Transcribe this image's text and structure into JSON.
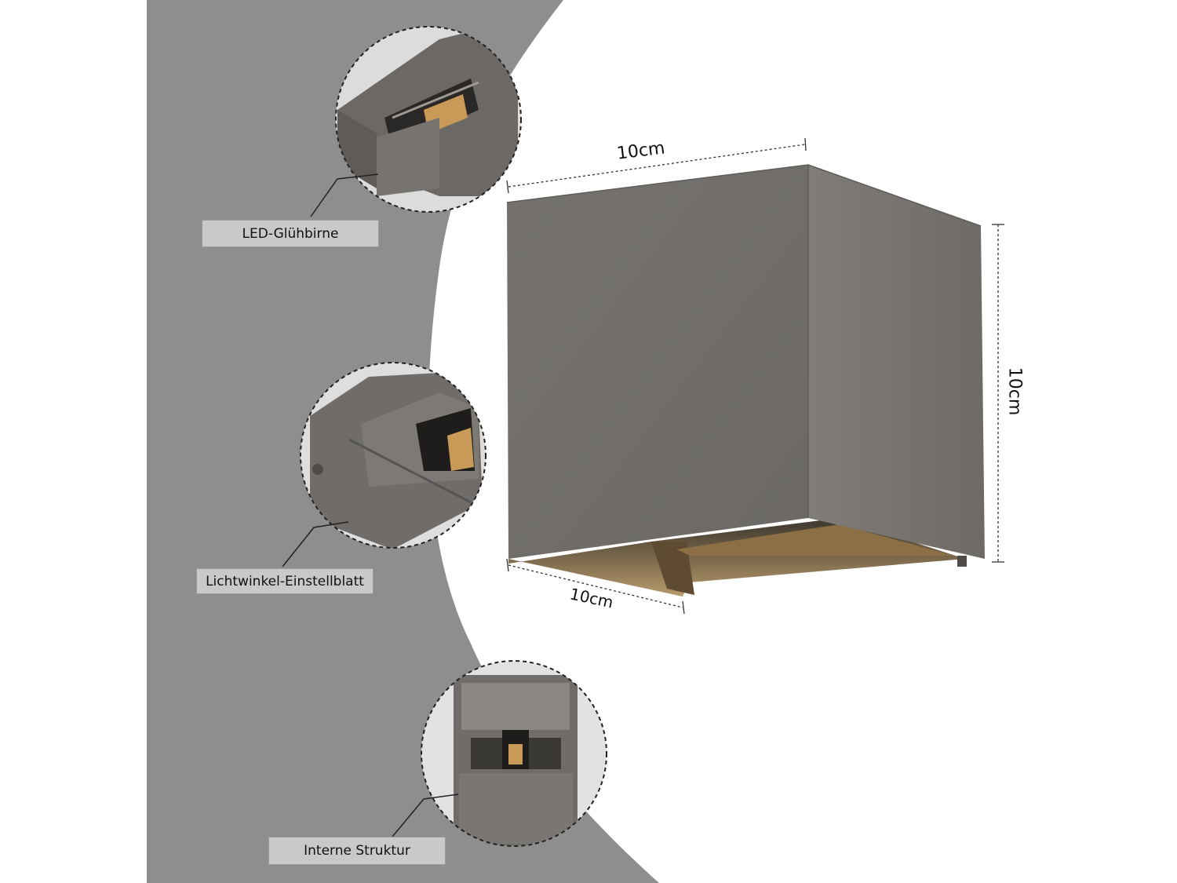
{
  "callouts": [
    {
      "label": "LED-Glühbirne"
    },
    {
      "label": "Lichtwinkel-Einstellblatt"
    },
    {
      "label": "Interne Struktur"
    }
  ],
  "dimensions": {
    "top_width": "10cm",
    "height": "10cm",
    "depth": "10cm"
  },
  "colors": {
    "panel_gray": "#8e8e8e",
    "lamp_body": "#6f6c69",
    "lamp_side": "#7a7773",
    "led_glow": "#d7a35a"
  }
}
